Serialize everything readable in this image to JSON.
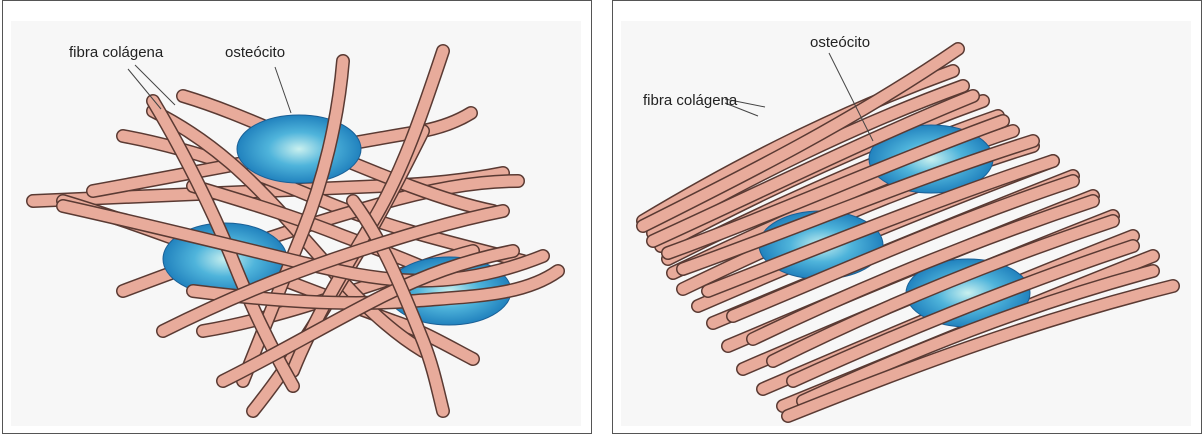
{
  "colors": {
    "fiber": "#e8ab9b",
    "fiber_outline": "#5a3a33",
    "cell_center": "#c9f0ef",
    "cell_mid": "#4fb4db",
    "cell_edge": "#1878b8",
    "panel_bg": "#ffffff",
    "inner_bg": "#f7f7f7"
  },
  "panels": [
    {
      "labels": {
        "fiber": "fibra colágena",
        "osteocyte": "osteócito"
      }
    },
    {
      "labels": {
        "fiber": "fibra colágena",
        "osteocyte": "osteócito"
      }
    }
  ]
}
